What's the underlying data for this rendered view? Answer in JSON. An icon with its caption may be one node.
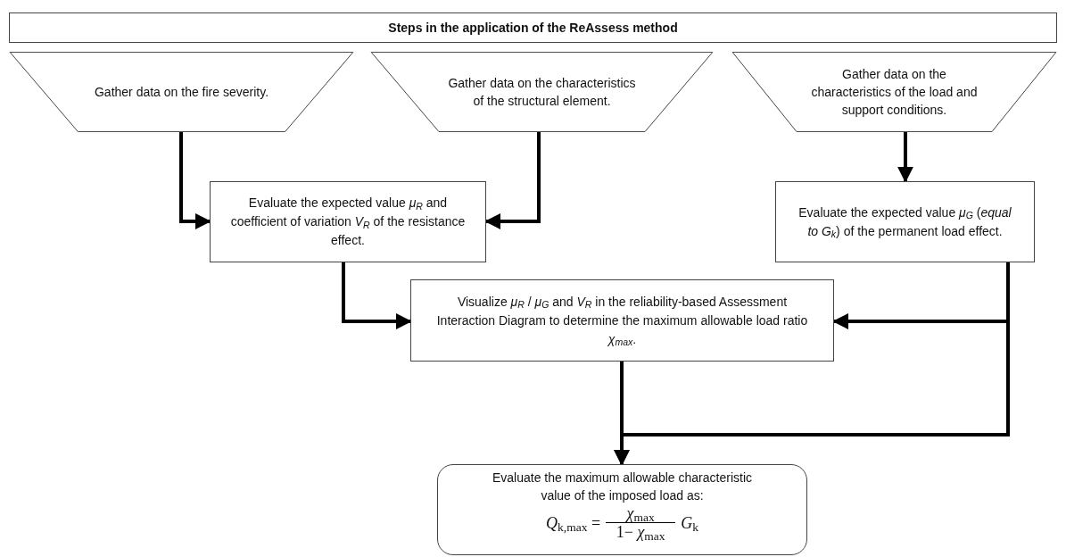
{
  "diagram": {
    "title": "Steps in the application of the ReAssess method",
    "nodes": [
      {
        "text": [
          "Gather data on the fire severity."
        ]
      },
      {
        "text": [
          "Gather data on the characteristics of the structural element."
        ]
      },
      {
        "text": [
          "Gather data on the characteristics of the load and support conditions."
        ]
      },
      {
        "text": [
          "Evaluate the expected value *μ*$_{R}$ and coefficient of variation *V*$_{R}$ of the resistance effect."
        ]
      },
      {
        "text": [
          "Evaluate the expected value *μ*$_{G}$ (*equal to G*$_{k}$) of the permanent load effect."
        ]
      },
      {
        "text": [
          "Visualize *μ*$_{R}$ / *μ*$_{G}$ and *V*$_{R}$ in the reliability-based Assessment Interaction Diagram to determine the maximum allowable load ratio *χ*$_{max}$."
        ]
      },
      {
        "text": [
          "Evaluate the maximum allowable characteristic value of the imposed load as:",
          "*Q*$_{k,max}$ =",
          "*χ*$_{max}$",
          "1− *χ*$_{max}$",
          "*G*$_{k}$"
        ]
      }
    ],
    "edges": [
      {
        "from": 0,
        "to": 3,
        "arrow": "to"
      },
      {
        "from": 1,
        "to": 3,
        "arrow": "to"
      },
      {
        "from": 2,
        "to": 4,
        "arrow": "to"
      },
      {
        "from": 3,
        "to": 5,
        "arrow": "to"
      },
      {
        "from": 4,
        "to": 5,
        "arrow": "to"
      },
      {
        "from": 5,
        "to": 6,
        "arrow": "to"
      },
      {
        "from": 4,
        "to": 6,
        "arrow": "to"
      }
    ]
  }
}
